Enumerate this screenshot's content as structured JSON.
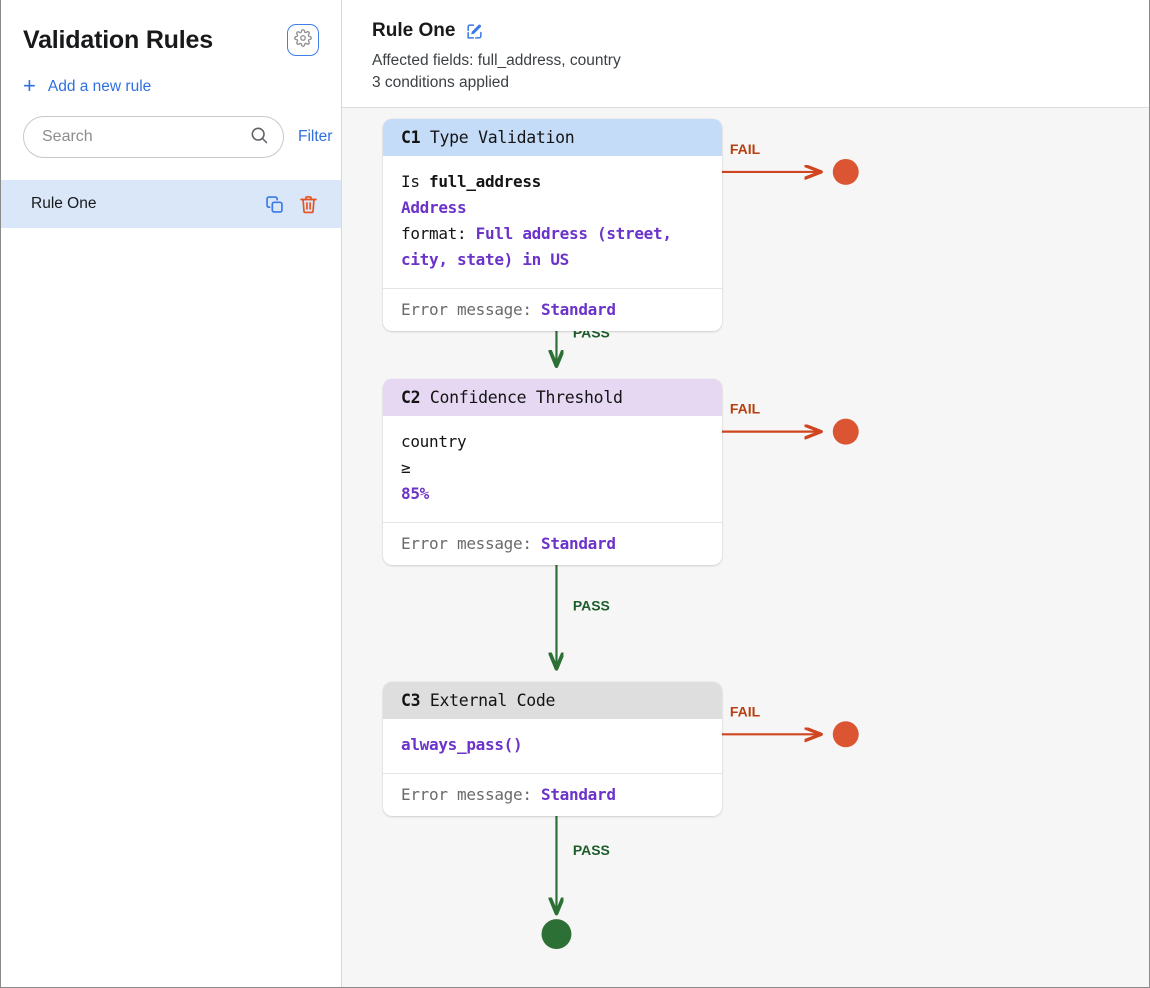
{
  "sidebar": {
    "title": "Validation Rules",
    "settings_icon": "gear-icon",
    "add_rule_label": "Add a new rule",
    "add_rule_icon": "plus-icon",
    "search": {
      "value": "",
      "placeholder": "Search",
      "icon": "search-icon"
    },
    "filter_label": "Filter",
    "rules": [
      {
        "label": "Rule One",
        "selected": true,
        "actions": [
          "copy-icon",
          "trash-icon"
        ]
      }
    ]
  },
  "main": {
    "rule_title": "Rule One",
    "edit_icon": "edit-pencil-icon",
    "affected_fields": "Affected fields: full_address, country",
    "conditions_applied": "3 conditions applied"
  },
  "flow": {
    "fail_label": "FAIL",
    "pass_label": "PASS",
    "conditions": [
      {
        "id": "C1",
        "type": "Type Validation",
        "header_color": "#c5dcf8",
        "body": [
          {
            "text": "Is ",
            "style": "plain"
          },
          {
            "text": "full_address",
            "style": "bold"
          },
          {
            "text": "\n",
            "style": "break"
          },
          {
            "text": "Address",
            "style": "accent"
          },
          {
            "text": "\n",
            "style": "break"
          },
          {
            "text": "format: ",
            "style": "plain"
          },
          {
            "text": "Full address (street, city, state) in US",
            "style": "accent"
          }
        ],
        "error_label": "Error message:",
        "error_value": "Standard"
      },
      {
        "id": "C2",
        "type": "Confidence Threshold",
        "header_color": "#e6d7f3",
        "body": [
          {
            "text": "country",
            "style": "plain"
          },
          {
            "text": "\n",
            "style": "break"
          },
          {
            "text": "≥",
            "style": "plain"
          },
          {
            "text": "\n",
            "style": "break"
          },
          {
            "text": "85%",
            "style": "accent"
          }
        ],
        "error_label": "Error message:",
        "error_value": "Standard"
      },
      {
        "id": "C3",
        "type": "External Code",
        "header_color": "#dedede",
        "body": [
          {
            "text": "always_pass()",
            "style": "accent"
          }
        ],
        "error_label": "Error message:",
        "error_value": "Standard"
      }
    ],
    "fail_node_color": "#db5532",
    "pass_node_color": "#2d7035",
    "fail_edge_color": "#cf4520",
    "pass_edge_color": "#2d7035"
  }
}
